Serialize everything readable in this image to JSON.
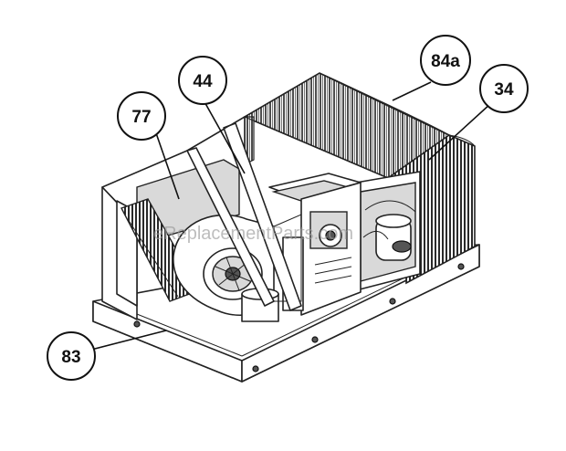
{
  "diagram": {
    "callouts": [
      {
        "id": "77",
        "label": "77"
      },
      {
        "id": "44",
        "label": "44"
      },
      {
        "id": "84a",
        "label": "84a"
      },
      {
        "id": "34",
        "label": "34"
      },
      {
        "id": "83",
        "label": "83"
      }
    ],
    "watermark": "eReplacementParts.com"
  }
}
